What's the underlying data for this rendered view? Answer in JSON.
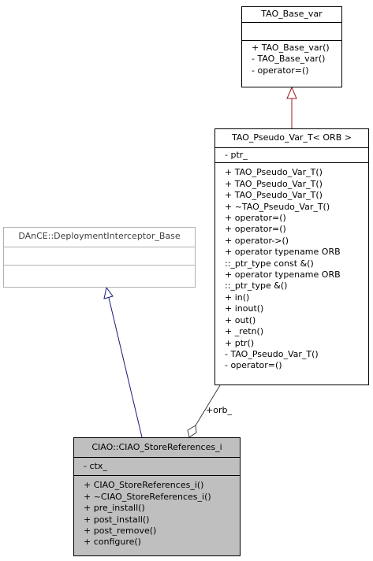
{
  "classes": {
    "tao_base_var": {
      "name": "TAO_Base_var",
      "attributes": [],
      "methods": [
        "+ TAO_Base_var()",
        "- TAO_Base_var()",
        "- operator=()"
      ]
    },
    "tao_pseudo_var_t": {
      "name": "TAO_Pseudo_Var_T< ORB >",
      "attributes": [
        "- ptr_"
      ],
      "methods": [
        "+ TAO_Pseudo_Var_T()",
        "+ TAO_Pseudo_Var_T()",
        "+ TAO_Pseudo_Var_T()",
        "+ ~TAO_Pseudo_Var_T()",
        "+ operator=()",
        "+ operator=()",
        "+ operator->()",
        "+ operator typename ORB",
        "::_ptr_type const &()",
        "+ operator typename ORB",
        "::_ptr_type &()",
        "+ in()",
        "+ inout()",
        "+ out()",
        "+ _retn()",
        "+ ptr()",
        "- TAO_Pseudo_Var_T()",
        "- operator=()"
      ]
    },
    "deployment_interceptor_base": {
      "name": "DAnCE::DeploymentInterceptor_Base",
      "attributes": [],
      "methods": []
    },
    "ciao_store_references_i": {
      "name": "CIAO::CIAO_StoreReferences_i",
      "attributes": [
        "- ctx_"
      ],
      "methods": [
        "+ CIAO_StoreReferences_i()",
        "+ ~CIAO_StoreReferences_i()",
        "+ pre_install()",
        "+ post_install()",
        "+ post_remove()",
        "+ configure()"
      ]
    }
  },
  "relations": {
    "association_label": "+orb_"
  },
  "colors": {
    "inheritance_from_template": "#9a1c1c",
    "inheritance_from_base": "#1a1a7a",
    "association": "#404040",
    "focus_fill": "#bfbfbf",
    "external_border": "#b0b0b0"
  }
}
